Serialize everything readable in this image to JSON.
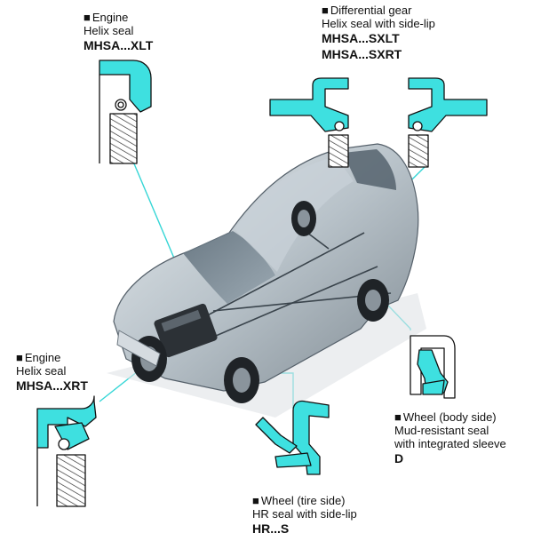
{
  "colors": {
    "seal": "#3ee0e0",
    "leader": "#35d6d6",
    "outline": "#111111",
    "car_body": "#b9c3ca"
  },
  "labels": {
    "engine_top": {
      "bullet": "■",
      "title": "Engine",
      "desc": "Helix seal",
      "codes": [
        "MHSA...XLT"
      ]
    },
    "differential": {
      "bullet": "■",
      "title": "Differential gear",
      "desc": "Helix seal with side-lip",
      "codes": [
        "MHSA...SXLT",
        "MHSA...SXRT"
      ]
    },
    "engine_left": {
      "bullet": "■",
      "title": "Engine",
      "desc": "Helix seal",
      "codes": [
        "MHSA...XRT"
      ]
    },
    "wheel_body": {
      "bullet": "■",
      "title": "Wheel (body side)",
      "desc": "Mud-resistant seal",
      "desc2": "with integrated sleeve",
      "codes": [
        "D"
      ]
    },
    "wheel_tire": {
      "bullet": "■",
      "title": "Wheel (tire side)",
      "desc": "HR seal with side-lip",
      "codes": [
        "HR...S"
      ]
    }
  },
  "icons": {
    "bullet": "square-bullet-icon"
  }
}
